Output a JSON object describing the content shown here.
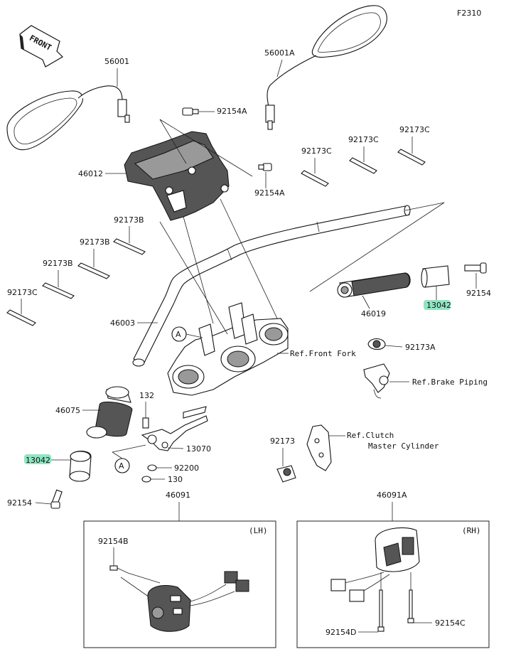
{
  "figure_code": "F2310",
  "front_label": "FRONT",
  "parts": {
    "p56001": "56001",
    "p56001A": "56001A",
    "p92154A_top": "92154A",
    "p92154A_mid": "92154A",
    "p46012": "46012",
    "p92173C_a": "92173C",
    "p92173C_b": "92173C",
    "p92173C_c": "92173C",
    "p92173C_d": "92173C",
    "p92173B_a": "92173B",
    "p92173B_b": "92173B",
    "p92173B_c": "92173B",
    "p46003": "46003",
    "p46019": "46019",
    "p13042_r": "13042",
    "p92154_r": "92154",
    "p92173A": "92173A",
    "ref_front_fork": "Ref.Front Fork",
    "ref_brake": "Ref.Brake Piping",
    "p46075": "46075",
    "p132": "132",
    "p13070": "13070",
    "p92200": "92200",
    "p130": "130",
    "p13042_l": "13042",
    "p92154_l": "92154",
    "p92173": "92173",
    "ref_clutch_1": "Ref.Clutch",
    "ref_clutch_2": "Master Cylinder",
    "callout_a1": "A",
    "callout_a2": "A",
    "p46091": "46091",
    "p46091A": "46091A",
    "lh": "(LH)",
    "rh": "(RH)",
    "p92154B": "92154B",
    "p92154D": "92154D",
    "p92154C": "92154C"
  }
}
